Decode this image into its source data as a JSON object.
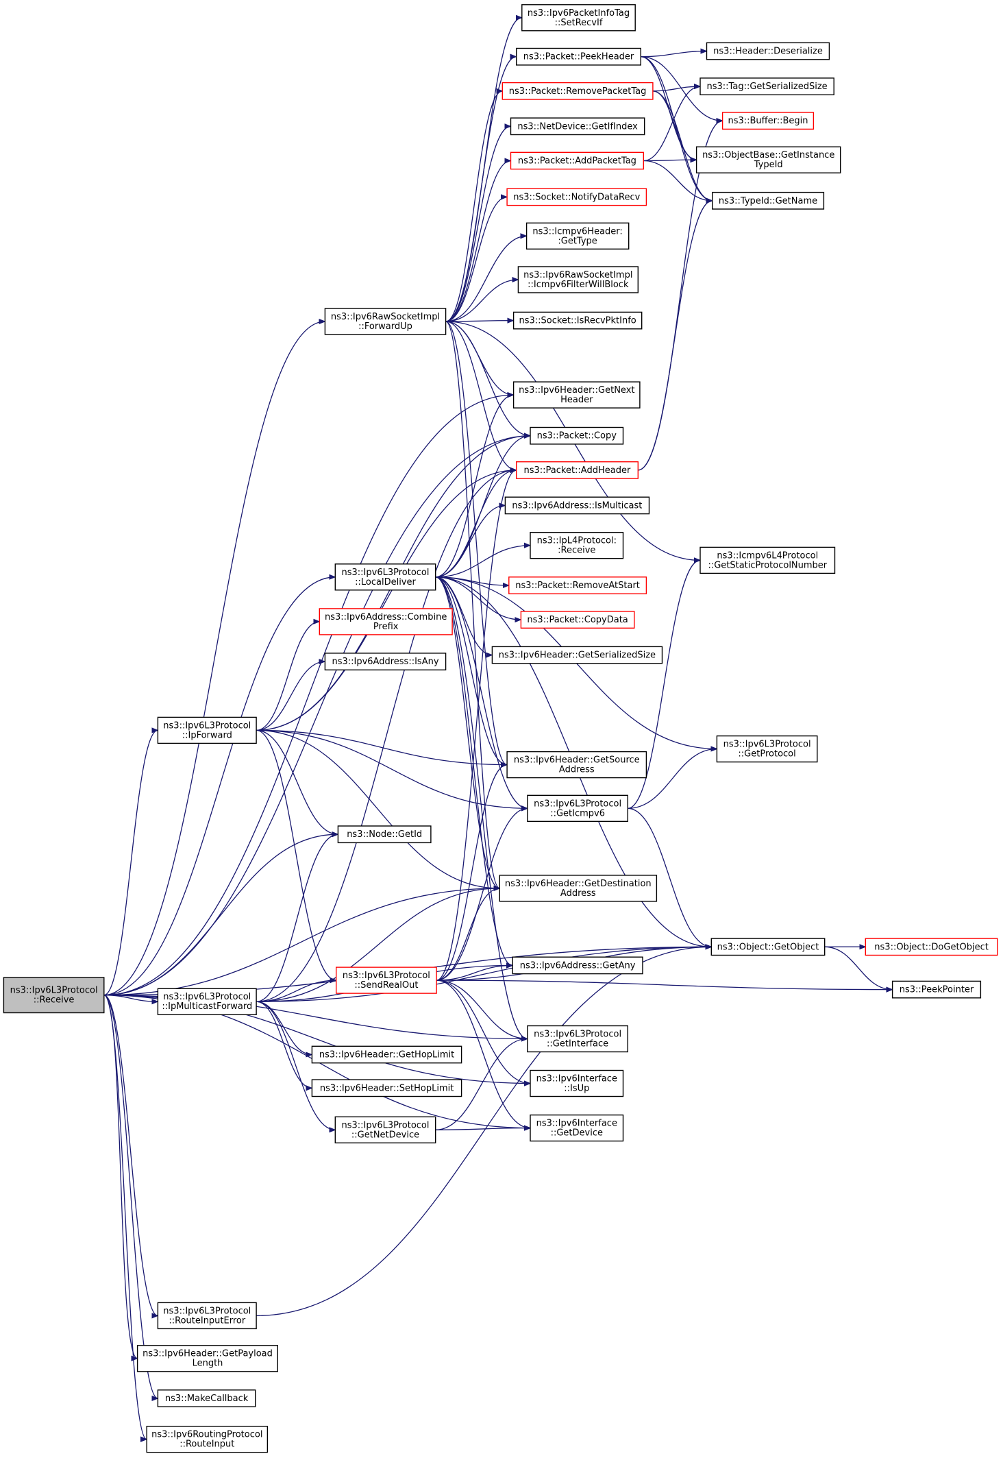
{
  "nodes": [
    {
      "id": "receive",
      "lines": [
        "ns3::Ipv6L3Protocol",
        "::Receive"
      ],
      "red": false,
      "root": true
    },
    {
      "id": "ipforward",
      "lines": [
        "ns3::Ipv6L3Protocol",
        "::IpForward"
      ],
      "red": false
    },
    {
      "id": "ipmcast",
      "lines": [
        "ns3::Ipv6L3Protocol",
        "::IpMulticastForward"
      ],
      "red": false
    },
    {
      "id": "routeinputerror",
      "lines": [
        "ns3::Ipv6L3Protocol",
        "::RouteInputError"
      ],
      "red": false
    },
    {
      "id": "getpayloadlen",
      "lines": [
        "ns3::Ipv6Header::GetPayload",
        "Length"
      ],
      "red": false
    },
    {
      "id": "makecallback",
      "lines": [
        "ns3::MakeCallback"
      ],
      "red": false
    },
    {
      "id": "routeinput",
      "lines": [
        "ns3::Ipv6RoutingProtocol",
        "::RouteInput"
      ],
      "red": false
    },
    {
      "id": "forwardup",
      "lines": [
        "ns3::Ipv6RawSocketImpl",
        "::ForwardUp"
      ],
      "red": false
    },
    {
      "id": "localdeliver",
      "lines": [
        "ns3::Ipv6L3Protocol",
        "::LocalDeliver"
      ],
      "red": false
    },
    {
      "id": "combineprefix",
      "lines": [
        "ns3::Ipv6Address::Combine",
        "Prefix"
      ],
      "red": true
    },
    {
      "id": "isany",
      "lines": [
        "ns3::Ipv6Address::IsAny"
      ],
      "red": false
    },
    {
      "id": "nodegetid",
      "lines": [
        "ns3::Node::GetId"
      ],
      "red": false
    },
    {
      "id": "sendrealout",
      "lines": [
        "ns3::Ipv6L3Protocol",
        "::SendRealOut"
      ],
      "red": true
    },
    {
      "id": "gethoplimit",
      "lines": [
        "ns3::Ipv6Header::GetHopLimit"
      ],
      "red": false
    },
    {
      "id": "sethoplimit",
      "lines": [
        "ns3::Ipv6Header::SetHopLimit"
      ],
      "red": false
    },
    {
      "id": "getnetdevice",
      "lines": [
        "ns3::Ipv6L3Protocol",
        "::GetNetDevice"
      ],
      "red": false
    },
    {
      "id": "setrecvif",
      "lines": [
        "ns3::Ipv6PacketInfoTag",
        "::SetRecvIf"
      ],
      "red": false
    },
    {
      "id": "peekheader",
      "lines": [
        "ns3::Packet::PeekHeader"
      ],
      "red": false
    },
    {
      "id": "removepackettag",
      "lines": [
        "ns3::Packet::RemovePacketTag"
      ],
      "red": true
    },
    {
      "id": "getifindex",
      "lines": [
        "ns3::NetDevice::GetIfIndex"
      ],
      "red": false
    },
    {
      "id": "addpackettag",
      "lines": [
        "ns3::Packet::AddPacketTag"
      ],
      "red": true
    },
    {
      "id": "notifydatarecv",
      "lines": [
        "ns3::Socket::NotifyDataRecv"
      ],
      "red": true
    },
    {
      "id": "icmpgettype",
      "lines": [
        "ns3::Icmpv6Header:",
        ":GetType"
      ],
      "red": false
    },
    {
      "id": "filterwillblock",
      "lines": [
        "ns3::Ipv6RawSocketImpl",
        "::Icmpv6FilterWillBlock"
      ],
      "red": false
    },
    {
      "id": "isrecvpktinfo",
      "lines": [
        "ns3::Socket::IsRecvPktInfo"
      ],
      "red": false
    },
    {
      "id": "getnextheader",
      "lines": [
        "ns3::Ipv6Header::GetNext",
        "Header"
      ],
      "red": false
    },
    {
      "id": "packetcopy",
      "lines": [
        "ns3::Packet::Copy"
      ],
      "red": false
    },
    {
      "id": "addheader",
      "lines": [
        "ns3::Packet::AddHeader"
      ],
      "red": true
    },
    {
      "id": "ismulticast",
      "lines": [
        "ns3::Ipv6Address::IsMulticast"
      ],
      "red": false
    },
    {
      "id": "l4receive",
      "lines": [
        "ns3::IpL4Protocol:",
        ":Receive"
      ],
      "red": false
    },
    {
      "id": "removeatstart",
      "lines": [
        "ns3::Packet::RemoveAtStart"
      ],
      "red": true
    },
    {
      "id": "copydata",
      "lines": [
        "ns3::Packet::CopyData"
      ],
      "red": true
    },
    {
      "id": "getserializedsize",
      "lines": [
        "ns3::Ipv6Header::GetSerializedSize"
      ],
      "red": false
    },
    {
      "id": "getsourceaddr",
      "lines": [
        "ns3::Ipv6Header::GetSource",
        "Address"
      ],
      "red": false
    },
    {
      "id": "geticmpv6",
      "lines": [
        "ns3::Ipv6L3Protocol",
        "::GetIcmpv6"
      ],
      "red": false
    },
    {
      "id": "getdestaddr",
      "lines": [
        "ns3::Ipv6Header::GetDestination",
        "Address"
      ],
      "red": false
    },
    {
      "id": "getany",
      "lines": [
        "ns3::Ipv6Address::GetAny"
      ],
      "red": false
    },
    {
      "id": "getinterface",
      "lines": [
        "ns3::Ipv6L3Protocol",
        "::GetInterface"
      ],
      "red": false
    },
    {
      "id": "isup",
      "lines": [
        "ns3::Ipv6Interface",
        "::IsUp"
      ],
      "red": false
    },
    {
      "id": "getdevice",
      "lines": [
        "ns3::Ipv6Interface",
        "::GetDevice"
      ],
      "red": false
    },
    {
      "id": "deserialize",
      "lines": [
        "ns3::Header::Deserialize"
      ],
      "red": false
    },
    {
      "id": "taggetsize",
      "lines": [
        "ns3::Tag::GetSerializedSize"
      ],
      "red": false
    },
    {
      "id": "bufferbegin",
      "lines": [
        "ns3::Buffer::Begin"
      ],
      "red": true
    },
    {
      "id": "getinstancetypeid",
      "lines": [
        "ns3::ObjectBase::GetInstance",
        "TypeId"
      ],
      "red": false
    },
    {
      "id": "typeidgetname",
      "lines": [
        "ns3::TypeId::GetName"
      ],
      "red": false
    },
    {
      "id": "staticprotonum",
      "lines": [
        "ns3::Icmpv6L4Protocol",
        "::GetStaticProtocolNumber"
      ],
      "red": false
    },
    {
      "id": "getprotocol",
      "lines": [
        "ns3::Ipv6L3Protocol",
        "::GetProtocol"
      ],
      "red": false
    },
    {
      "id": "getobject",
      "lines": [
        "ns3::Object::GetObject"
      ],
      "red": false
    },
    {
      "id": "dogetobject",
      "lines": [
        "ns3::Object::DoGetObject"
      ],
      "red": true
    },
    {
      "id": "peekpointer",
      "lines": [
        "ns3::PeekPointer"
      ],
      "red": false
    }
  ],
  "edges": [
    [
      "receive",
      "forwardup"
    ],
    [
      "receive",
      "getnextheader"
    ],
    [
      "receive",
      "packetcopy"
    ],
    [
      "receive",
      "localdeliver"
    ],
    [
      "receive",
      "ipforward"
    ],
    [
      "receive",
      "nodegetid"
    ],
    [
      "receive",
      "getdestaddr"
    ],
    [
      "receive",
      "ipmcast"
    ],
    [
      "receive",
      "getobject"
    ],
    [
      "receive",
      "isup"
    ],
    [
      "receive",
      "getdevice"
    ],
    [
      "receive",
      "getinterface"
    ],
    [
      "receive",
      "routeinputerror"
    ],
    [
      "receive",
      "getpayloadlen"
    ],
    [
      "receive",
      "makecallback"
    ],
    [
      "receive",
      "routeinput"
    ],
    [
      "forwardup",
      "setrecvif"
    ],
    [
      "forwardup",
      "peekheader"
    ],
    [
      "forwardup",
      "removepackettag"
    ],
    [
      "forwardup",
      "getifindex"
    ],
    [
      "forwardup",
      "addpackettag"
    ],
    [
      "forwardup",
      "notifydatarecv"
    ],
    [
      "forwardup",
      "icmpgettype"
    ],
    [
      "forwardup",
      "filterwillblock"
    ],
    [
      "forwardup",
      "isrecvpktinfo"
    ],
    [
      "forwardup",
      "getnextheader"
    ],
    [
      "forwardup",
      "packetcopy"
    ],
    [
      "forwardup",
      "addheader"
    ],
    [
      "forwardup",
      "staticprotonum"
    ],
    [
      "forwardup",
      "getsourceaddr"
    ],
    [
      "forwardup",
      "getdestaddr"
    ],
    [
      "localdeliver",
      "getnextheader"
    ],
    [
      "localdeliver",
      "packetcopy"
    ],
    [
      "localdeliver",
      "addheader"
    ],
    [
      "localdeliver",
      "ismulticast"
    ],
    [
      "localdeliver",
      "l4receive"
    ],
    [
      "localdeliver",
      "removeatstart"
    ],
    [
      "localdeliver",
      "copydata"
    ],
    [
      "localdeliver",
      "getserializedsize"
    ],
    [
      "localdeliver",
      "getprotocol"
    ],
    [
      "localdeliver",
      "getsourceaddr"
    ],
    [
      "localdeliver",
      "geticmpv6"
    ],
    [
      "localdeliver",
      "getdestaddr"
    ],
    [
      "localdeliver",
      "getobject"
    ],
    [
      "localdeliver",
      "getany"
    ],
    [
      "localdeliver",
      "getinterface"
    ],
    [
      "ipforward",
      "packetcopy"
    ],
    [
      "ipforward",
      "addheader"
    ],
    [
      "ipforward",
      "combineprefix"
    ],
    [
      "ipforward",
      "isany"
    ],
    [
      "ipforward",
      "getsourceaddr"
    ],
    [
      "ipforward",
      "geticmpv6"
    ],
    [
      "ipforward",
      "nodegetid"
    ],
    [
      "ipforward",
      "getdestaddr"
    ],
    [
      "ipforward",
      "sendrealout"
    ],
    [
      "ipmcast",
      "addheader"
    ],
    [
      "ipmcast",
      "nodegetid"
    ],
    [
      "ipmcast",
      "getdestaddr"
    ],
    [
      "ipmcast",
      "sendrealout"
    ],
    [
      "ipmcast",
      "getany"
    ],
    [
      "ipmcast",
      "gethoplimit"
    ],
    [
      "ipmcast",
      "sethoplimit"
    ],
    [
      "ipmcast",
      "getnetdevice"
    ],
    [
      "ipmcast",
      "getobject"
    ],
    [
      "sendrealout",
      "getsourceaddr"
    ],
    [
      "sendrealout",
      "geticmpv6"
    ],
    [
      "sendrealout",
      "getdestaddr"
    ],
    [
      "sendrealout",
      "getobject"
    ],
    [
      "sendrealout",
      "getany"
    ],
    [
      "sendrealout",
      "peekpointer"
    ],
    [
      "sendrealout",
      "getinterface"
    ],
    [
      "sendrealout",
      "isup"
    ],
    [
      "sendrealout",
      "getdevice"
    ],
    [
      "sendrealout",
      "addheader"
    ],
    [
      "getnetdevice",
      "getinterface"
    ],
    [
      "getnetdevice",
      "getdevice"
    ],
    [
      "peekheader",
      "deserialize"
    ],
    [
      "peekheader",
      "bufferbegin"
    ],
    [
      "peekheader",
      "getinstancetypeid"
    ],
    [
      "peekheader",
      "typeidgetname"
    ],
    [
      "removepackettag",
      "taggetsize"
    ],
    [
      "removepackettag",
      "getinstancetypeid"
    ],
    [
      "removepackettag",
      "typeidgetname"
    ],
    [
      "addpackettag",
      "taggetsize"
    ],
    [
      "addpackettag",
      "getinstancetypeid"
    ],
    [
      "addpackettag",
      "typeidgetname"
    ],
    [
      "addheader",
      "bufferbegin"
    ],
    [
      "addheader",
      "typeidgetname"
    ],
    [
      "geticmpv6",
      "getprotocol"
    ],
    [
      "geticmpv6",
      "staticprotonum"
    ],
    [
      "geticmpv6",
      "getobject"
    ],
    [
      "getobject",
      "dogetobject"
    ],
    [
      "getobject",
      "peekpointer"
    ],
    [
      "routeinputerror",
      "getobject"
    ]
  ]
}
